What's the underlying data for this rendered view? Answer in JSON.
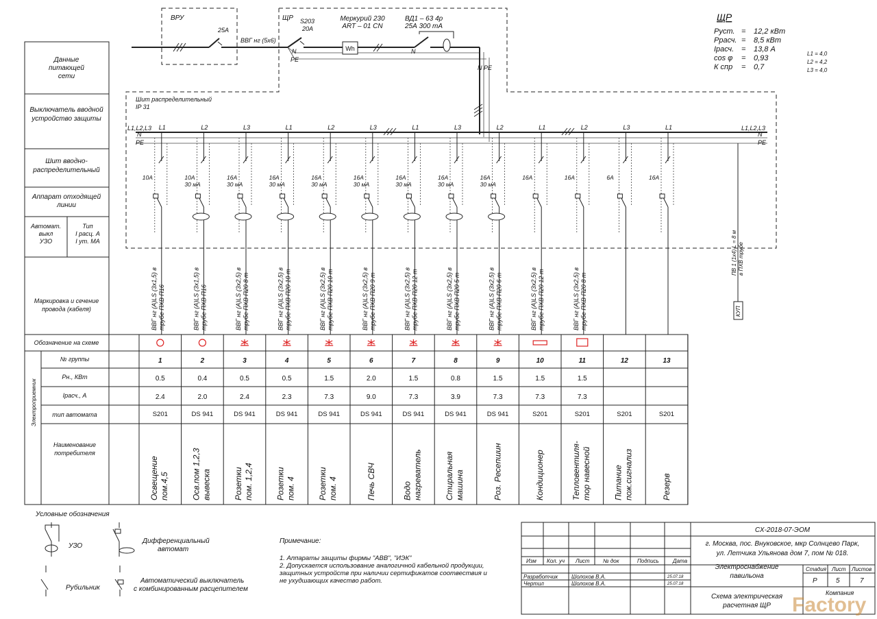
{
  "main_header": {
    "vru": "ВРУ",
    "vru_breaker": "25А",
    "vru_cable": "ВВГ нг (5х6)",
    "shr": "ЩР",
    "s203_a": "S203",
    "s203_b": "20А",
    "meter_a": "Меркурий 230",
    "meter_b": "ART – 01 CN",
    "meter_wh": "Wh",
    "vd_a": "ВД1 – 63 4р",
    "vd_b": "25А 300 mA",
    "n": "N",
    "pe": "PE",
    "npe": "N  PE"
  },
  "totals": {
    "title": "ЩР",
    "rows": [
      {
        "label": "Руст.",
        "eq": "=",
        "value": "12,2 кВт"
      },
      {
        "label": "Ррасч.",
        "eq": "=",
        "value": "8,5 кВт"
      },
      {
        "label": "Iрасч.",
        "eq": "=",
        "value": "13,8  А"
      },
      {
        "label": "cos φ",
        "eq": "=",
        "value": "0,93"
      },
      {
        "label": "К спр",
        "eq": "=",
        "value": "0,7"
      }
    ],
    "phases": [
      "L1 = 4,0",
      "L2 = 4,2",
      "L3 = 4,0"
    ]
  },
  "panel": {
    "label_a": "Шит распределительный",
    "label_b": "IP 31",
    "bus_left": "L1,L2,L3",
    "bus_right": "L1,L2,L3"
  },
  "left_labels": [
    "Данные питающей сети",
    "Выключатель вводной устройство защиты",
    "Шит вводно- распределительный",
    "Аппарат отходящей линии",
    "Автомат. выкл УЗО",
    "Тип I расц. А I ут. МА",
    "Маркировка и сечение провода (кабеля)"
  ],
  "groups": [
    {
      "phase": "L1",
      "breaker": "10А",
      "rcd": "",
      "cable": "ВВГ нг (А)LS (3х1,5) в",
      "tube": "трубе ПХВ П16",
      "num": "1",
      "p": "0.5",
      "i": "2.4",
      "type": "S201",
      "name_a": "Освещение",
      "name_b": "пом.4,5"
    },
    {
      "phase": "L2",
      "breaker": "10А",
      "rcd": "30 мА",
      "cable": "ВВГ нг (А)LS (3х1,5) в",
      "tube": "трубе ПХВ П16",
      "num": "2",
      "p": "0.4",
      "i": "2.0",
      "type": "DS 941",
      "name_a": "Осв.пом 1,2,3",
      "name_b": "вывеска"
    },
    {
      "phase": "L3",
      "breaker": "16А",
      "rcd": "30 мА",
      "cable": "ВВГ нг (А)LS (3х2,5) в",
      "tube": "трубе ПХВ П20  8 m",
      "num": "3",
      "p": "0.5",
      "i": "2.4",
      "type": "DS 941",
      "name_a": "Розетки",
      "name_b": "пом. 1,2,4"
    },
    {
      "phase": "L1",
      "breaker": "16А",
      "rcd": "30 мА",
      "cable": "ВВГ нг (А)LS (3х2,5) в",
      "tube": "трубе ПХВ П20  10 m",
      "num": "4",
      "p": "0.5",
      "i": "2.3",
      "type": "DS 941",
      "name_a": "Розетки",
      "name_b": "пом. 4"
    },
    {
      "phase": "L2",
      "breaker": "16А",
      "rcd": "30 мА",
      "cable": "ВВГ нг (А)LS (3х2,5) в",
      "tube": "трубе ПХВ П20  10 m",
      "num": "5",
      "p": "1.5",
      "i": "7.3",
      "type": "DS 941",
      "name_a": "Розетки",
      "name_b": "пом. 4"
    },
    {
      "phase": "L3",
      "breaker": "16А",
      "rcd": "30 мА",
      "cable": "ВВГ нг (А)LS (3х2,5) в",
      "tube": "трубе ПХВ П20  9 m",
      "num": "6",
      "p": "2.0",
      "i": "9.0",
      "type": "DS 941",
      "name_a": "Печь СВЧ",
      "name_b": ""
    },
    {
      "phase": "L1",
      "breaker": "16А",
      "rcd": "30 мА",
      "cable": "ВВГ нг (А)LS (3х2,5) в",
      "tube": "трубе ПХВ П20  12 m",
      "num": "7",
      "p": "1.5",
      "i": "7.3",
      "type": "DS 941",
      "name_a": "Водо",
      "name_b": "нагреватель"
    },
    {
      "phase": "L3",
      "breaker": "16А",
      "rcd": "30 мА",
      "cable": "ВВГ нг (А)LS (3х2,5) в",
      "tube": "трубе ПХВ П20  5 m",
      "num": "8",
      "p": "0.8",
      "i": "3.9",
      "type": "DS 941",
      "name_a": "Стиральная",
      "name_b": "машина"
    },
    {
      "phase": "L2",
      "breaker": "16А",
      "rcd": "30 мА",
      "cable": "ВВГ нг (А)LS (3х2,5) в",
      "tube": "трубе ПХВ П20  6 m",
      "num": "9",
      "p": "1.5",
      "i": "7.3",
      "type": "DS 941",
      "name_a": "Роз. Ресепшин",
      "name_b": ""
    },
    {
      "phase": "L1",
      "breaker": "16А",
      "rcd": "",
      "cable": "ВВГ нг (А)LS (3х2,5) в",
      "tube": "трубе ПХВ П20  12 m",
      "num": "10",
      "p": "1.5",
      "i": "7.3",
      "type": "S201",
      "name_a": "Кондиционер",
      "name_b": ""
    },
    {
      "phase": "L2",
      "breaker": "16А",
      "rcd": "",
      "cable": "ВВГ нг (А)LS (3х2,5) в",
      "tube": "трубе ПХВ П20  8 m",
      "num": "11",
      "p": "1.5",
      "i": "7.3",
      "type": "S201",
      "name_a": "Тепловентиля-",
      "name_b": "тор навесной"
    },
    {
      "phase": "L3",
      "breaker": "6А",
      "rcd": "",
      "cable": "",
      "tube": "",
      "num": "12",
      "p": "",
      "i": "",
      "type": "S201",
      "name_a": "Питание",
      "name_b": "пож.сигнализ"
    },
    {
      "phase": "L1",
      "breaker": "16А",
      "rcd": "",
      "cable": "",
      "tube": "",
      "num": "13",
      "p": "",
      "i": "",
      "type": "S201",
      "name_a": "Резерв",
      "name_b": ""
    }
  ],
  "kup": {
    "label": "КУП",
    "cable_a": "ПВ 1 (1х4)  L = 8 м",
    "cable_b": "в ПХВ трубе"
  },
  "table": {
    "side": "Электроприемник",
    "rows": [
      "Обозначение на схеме",
      "№  группы",
      "Рн., КВт",
      "Iрасч., А",
      "тип  автомата",
      "Наименование потребителя"
    ]
  },
  "legend": {
    "title": "Условные обозначения",
    "uzo": "УЗО",
    "diff_a": "Дифференциальный",
    "diff_b": "автомат",
    "switch": "Рубильник",
    "auto_a": "Автоматический выключатель",
    "auto_b": "с комбинированным расцепителем"
  },
  "notes": {
    "title": "Примечание:",
    "lines": [
      "1. Аппараты защиты фирмы \"АВВ\", \"ИЭК\"",
      "2. Допускается использование аналогичной кабельной продукции,",
      "защитных устройств при наличии сертификатов соотвествия    и",
      "не ухудшающих качество работ."
    ]
  },
  "stamp": {
    "code": "СХ-2018-07-ЭОМ",
    "addr_a": "г. Москва,  пос. Внуковское, мкр Солнцево Парк,",
    "addr_b": "ул. Летчика Ульянова дом 7, пом № 018.",
    "h_izm": "Изм",
    "h_kol": "Кол. уч",
    "h_list": "Лист",
    "h_ndok": "№ док",
    "h_podp": "Подпись",
    "h_data": "Дата",
    "razrab": "Разработчик",
    "razrab_name": "Шолохов В.А.",
    "razrab_date": "25.07.18",
    "chertil": "Чертил",
    "chertil_name": "Шолохов В.А.",
    "chertil_date": "25.07.18",
    "proj_a": "Электроснабжение",
    "proj_b": "павильона",
    "sheet_a": "Схема электрическая",
    "sheet_b": "расчетная  ЩР",
    "h_stadia": "Стадия",
    "h_lst": "Лист",
    "h_listov": "Листов",
    "stadia": "Р",
    "lst": "5",
    "listov": "7",
    "company": "Компания"
  },
  "watermark": "Factory"
}
